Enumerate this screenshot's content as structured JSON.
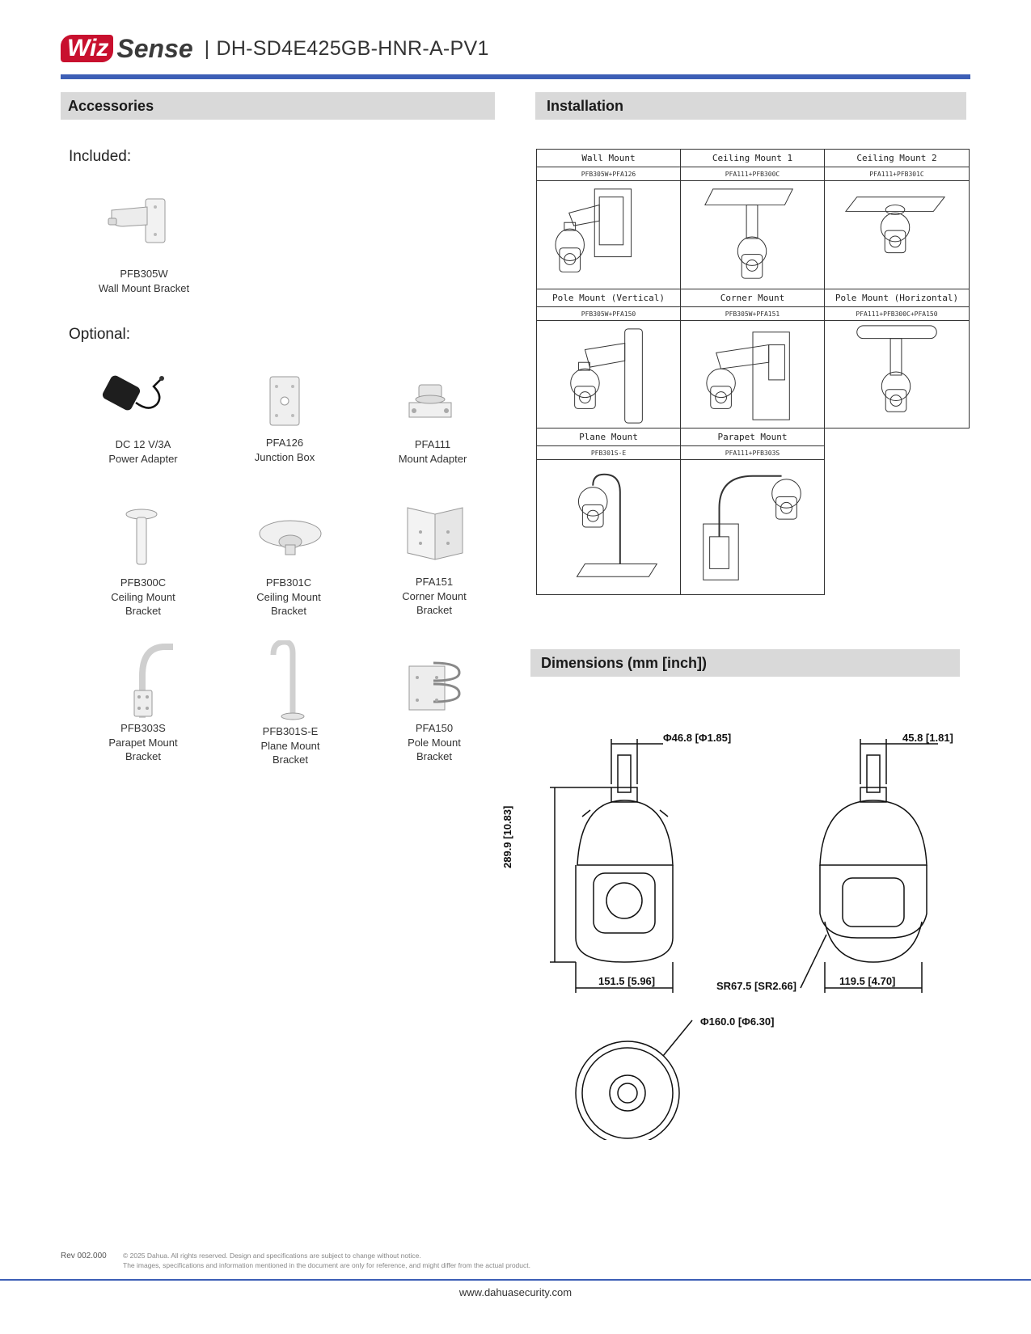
{
  "header": {
    "logo_wiz": "Wiz",
    "logo_sense": "Sense",
    "separator": "|",
    "model": "DH-SD4E425GB-HNR-A-PV1"
  },
  "accessories": {
    "title": "Accessories",
    "included_label": "Included:",
    "included": [
      {
        "name": "PFB305W",
        "desc": "Wall Mount Bracket"
      }
    ],
    "optional_label": "Optional:",
    "optional": [
      {
        "name": "DC 12 V/3A",
        "desc": "Power Adapter"
      },
      {
        "name": "PFA126",
        "desc": "Junction Box"
      },
      {
        "name": "PFA111",
        "desc": "Mount Adapter"
      },
      {
        "name": "PFB300C",
        "desc": "Ceiling Mount",
        "desc2": "Bracket"
      },
      {
        "name": "PFB301C",
        "desc": "Ceiling Mount",
        "desc2": "Bracket"
      },
      {
        "name": "PFA151",
        "desc": "Corner Mount",
        "desc2": "Bracket"
      },
      {
        "name": "PFB303S",
        "desc": "Parapet  Mount",
        "desc2": "Bracket"
      },
      {
        "name": "PFB301S-E",
        "desc": "Plane Mount",
        "desc2": "Bracket"
      },
      {
        "name": "PFA150",
        "desc": "Pole Mount",
        "desc2": "Bracket"
      }
    ]
  },
  "installation": {
    "title": "Installation",
    "cells": [
      {
        "title": "Wall Mount",
        "sub": "PFB305W+PFA126"
      },
      {
        "title": "Ceiling Mount 1",
        "sub": "PFA111+PFB300C"
      },
      {
        "title": "Ceiling Mount 2",
        "sub": "PFA111+PFB301C"
      },
      {
        "title": "Pole Mount (Vertical)",
        "sub": "PFB305W+PFA150"
      },
      {
        "title": "Corner Mount",
        "sub": "PFB305W+PFA151"
      },
      {
        "title": "Pole Mount (Horizontal)",
        "sub": "PFA111+PFB300C+PFA150"
      },
      {
        "title": "Plane Mount",
        "sub": "PFB301S-E"
      },
      {
        "title": "Parapet Mount",
        "sub": "PFA111+PFB303S"
      }
    ]
  },
  "dimensions": {
    "title": "Dimensions (mm [inch])",
    "d_top_front": "Φ46.8 [Φ1.85]",
    "d_top_side": "45.8 [1.81]",
    "height": "289.9 [10.83]",
    "width_front": "151.5 [5.96]",
    "radius": "SR67.5 [SR2.66]",
    "width_side": "119.5 [4.70]",
    "diameter_bottom": "Φ160.0 [Φ6.30]"
  },
  "footer": {
    "rev": "Rev 002.000",
    "copyright": "© 2025 Dahua. All rights reserved. Design and specifications are subject to change without notice.",
    "disclaimer": "The images, specifications and information mentioned in the document are only for reference, and might differ from the actual product.",
    "url": "www.dahuasecurity.com"
  }
}
